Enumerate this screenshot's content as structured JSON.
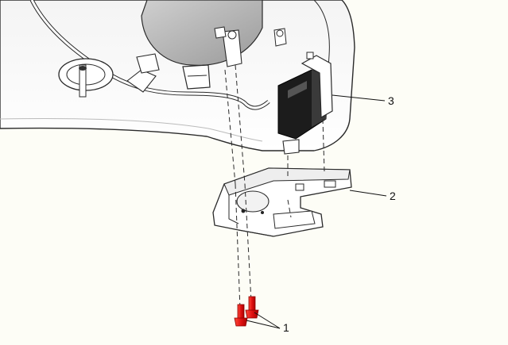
{
  "callouts": [
    {
      "id": "1",
      "label": "1"
    },
    {
      "id": "2",
      "label": "2"
    },
    {
      "id": "3",
      "label": "3"
    }
  ],
  "colors": {
    "background": "#fdfdf6",
    "part_fill": "#ffffff",
    "part_shade": "#e6e6e6",
    "outline": "#2a2a2a",
    "module": "#1c1c1c",
    "fastener": "#e01212"
  },
  "icons": {
    "fastener": "red-screw"
  }
}
